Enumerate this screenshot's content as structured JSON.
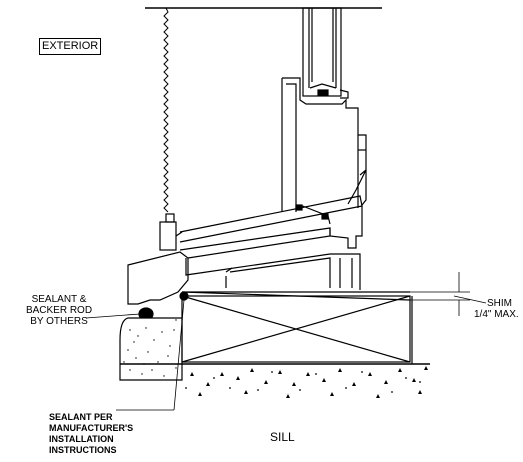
{
  "labels": {
    "exterior": "EXTERIOR",
    "sealant_backer": [
      "SEALANT &",
      "BACKER ROD",
      "BY OTHERS"
    ],
    "shim": [
      "SHIM",
      "1/4\" MAX."
    ],
    "sealant_per": [
      "SEALANT PER",
      "MANUFACTURER'S",
      "INSTALLATION",
      "INSTRUCTIONS"
    ],
    "sill": "SILL"
  }
}
